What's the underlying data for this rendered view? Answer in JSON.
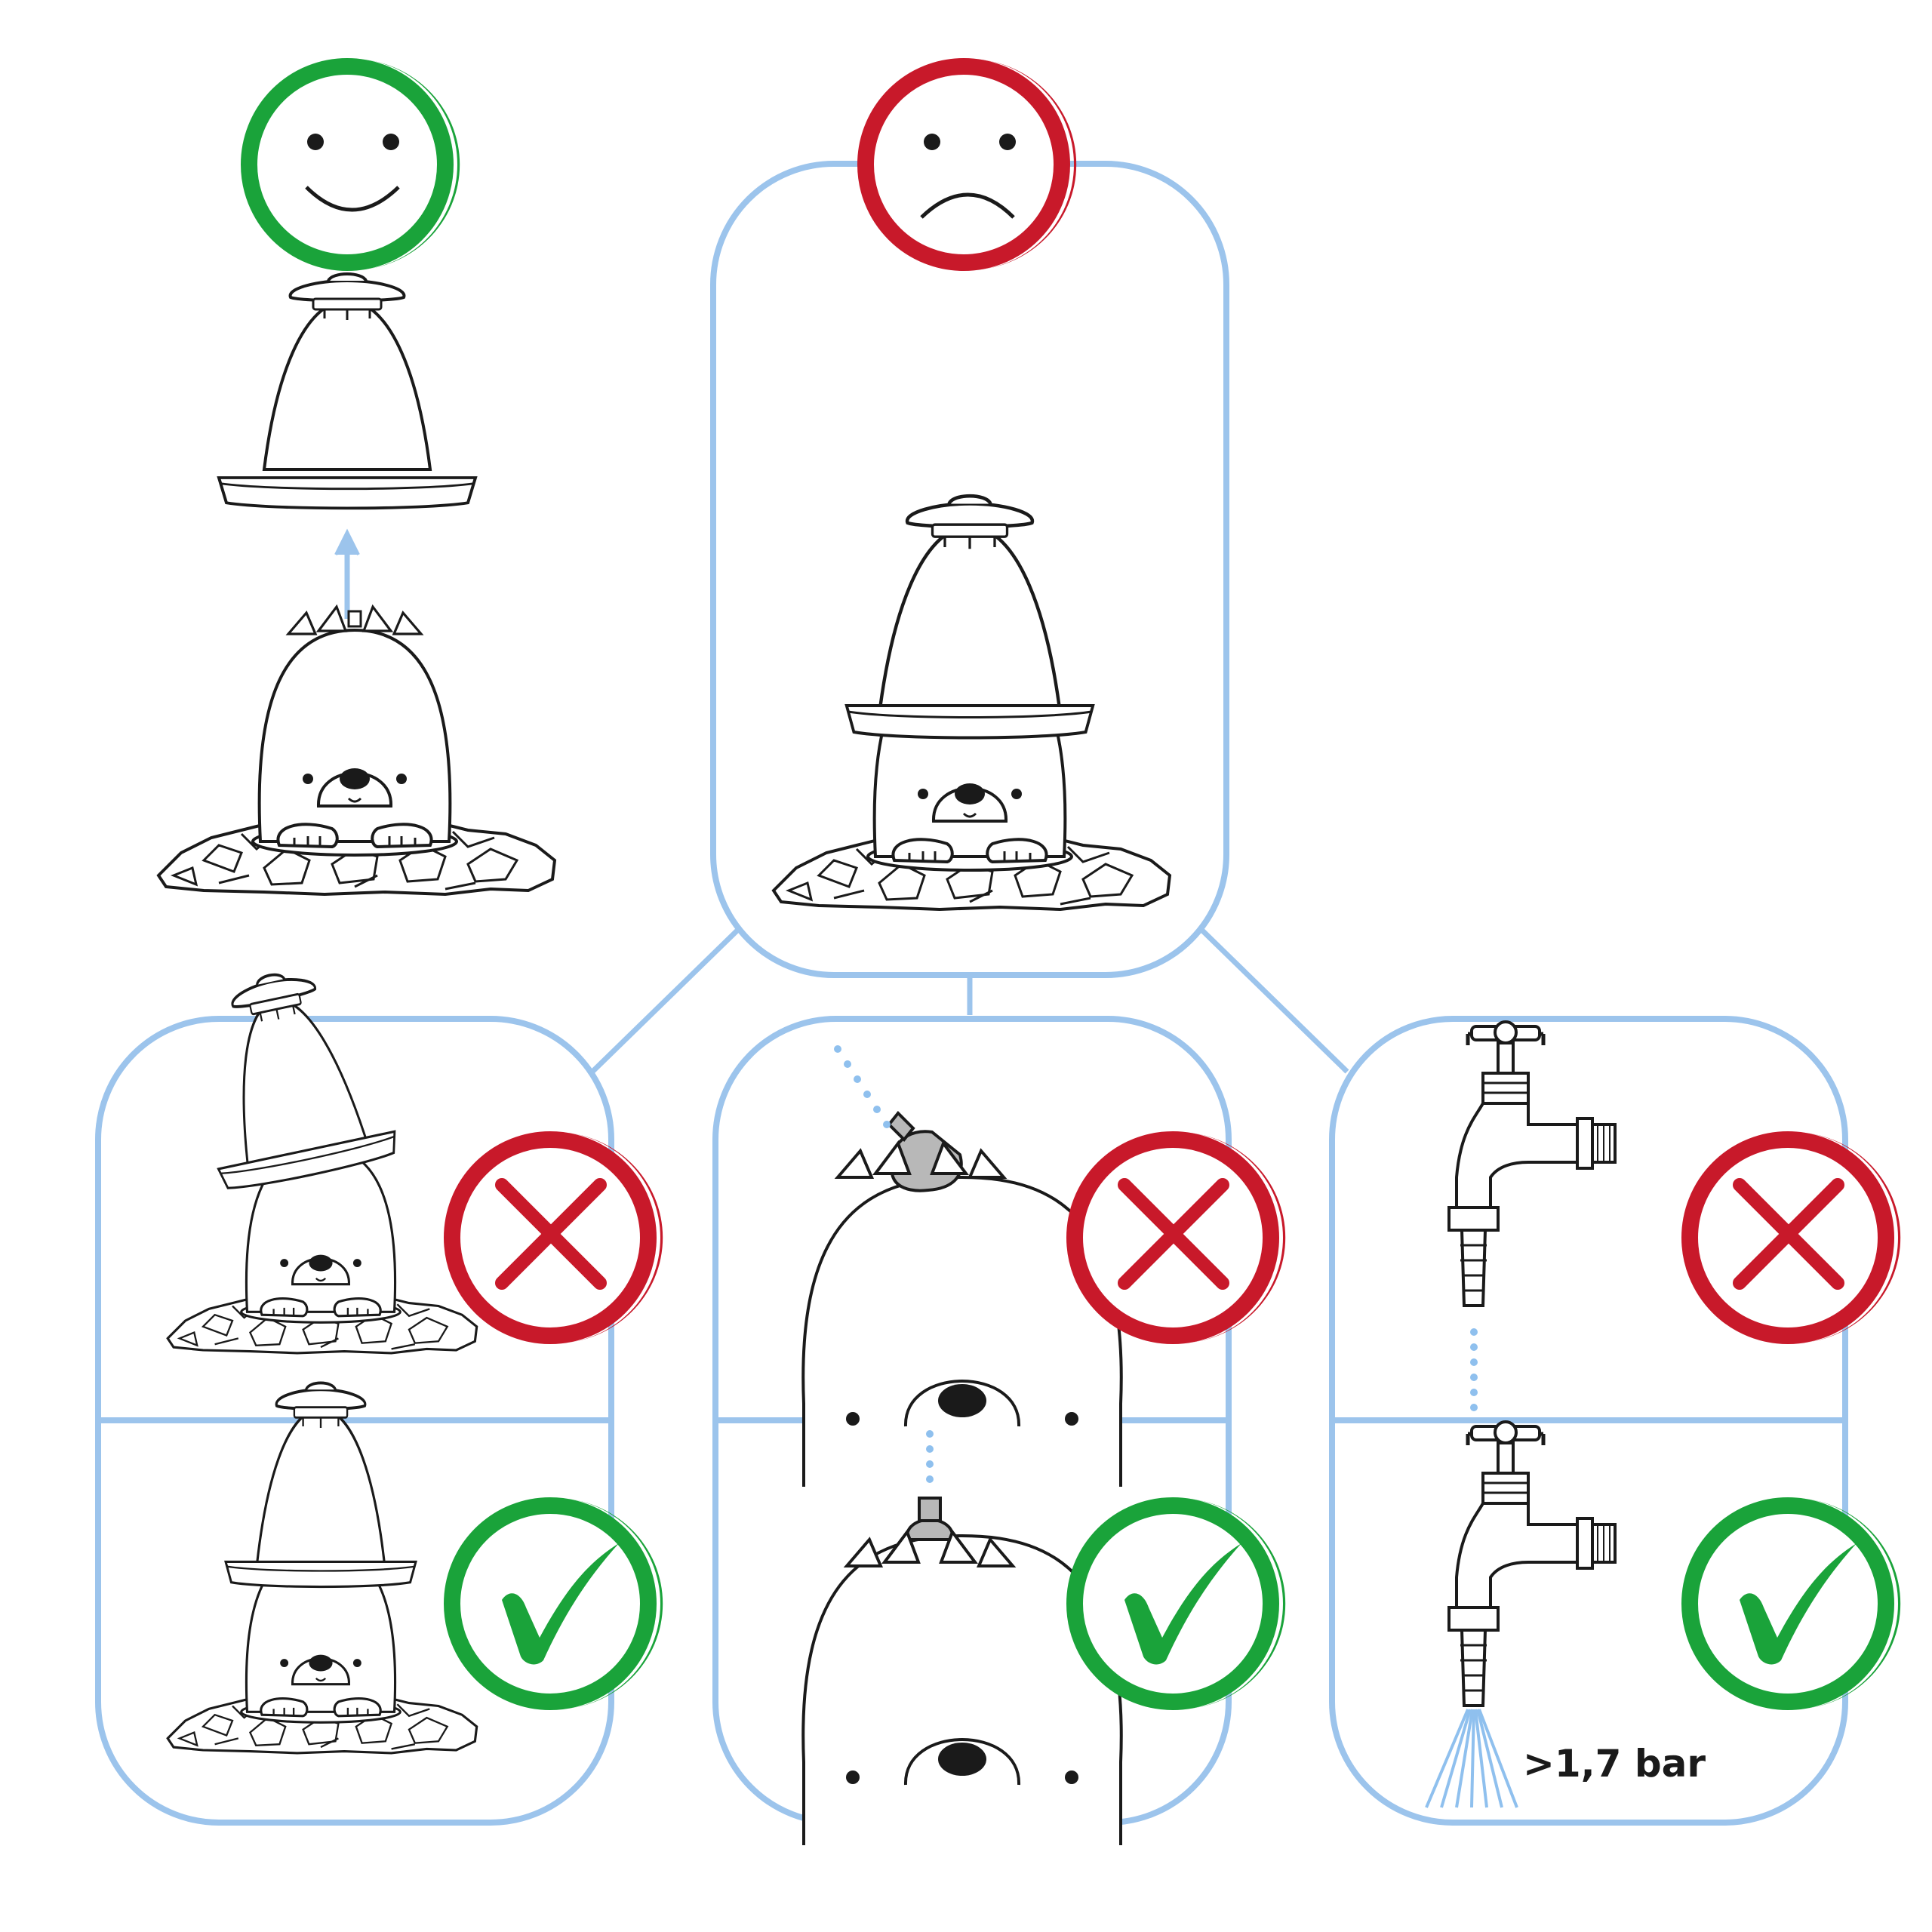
{
  "colors": {
    "good": "#1aa33a",
    "bad": "#c8192a",
    "connector": "#9cc4ec",
    "line": "#1a1a1a",
    "nozzle": "#b8b8b8",
    "water": "#8fc0ee"
  },
  "top_left": {
    "status_icon": "smiley-face-icon",
    "arrow_icon": "arrow-up-icon",
    "figures": [
      "sprinkler-dome-icon",
      "mole-figure-icon"
    ]
  },
  "top_center": {
    "status_icon": "sad-face-icon",
    "figure": "mole-with-sprinkler-icon"
  },
  "columns": [
    {
      "id": "dome-fit",
      "rows": [
        {
          "status": "bad",
          "status_icon": "cross-icon",
          "figure": "tilted-dome-mole-icon"
        },
        {
          "status": "good",
          "status_icon": "check-icon",
          "figure": "straight-dome-mole-icon"
        }
      ]
    },
    {
      "id": "nozzle-fit",
      "rows": [
        {
          "status": "bad",
          "status_icon": "cross-icon",
          "figure": "tilted-nozzle-icon"
        },
        {
          "status": "good",
          "status_icon": "check-icon",
          "figure": "straight-nozzle-icon"
        }
      ]
    },
    {
      "id": "water-pressure",
      "rows": [
        {
          "status": "bad",
          "status_icon": "cross-icon",
          "figure": "dripping-tap-icon"
        },
        {
          "status": "good",
          "status_icon": "check-icon",
          "figure": "spraying-tap-icon"
        }
      ]
    }
  ],
  "pressure_label": ">1,7 bar"
}
